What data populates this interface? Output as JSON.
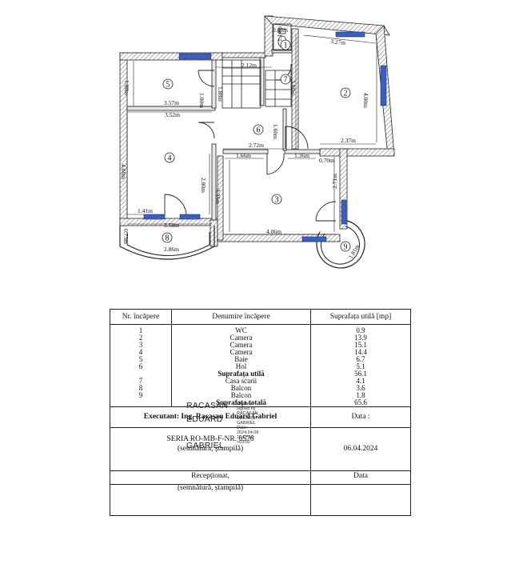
{
  "plan": {
    "rooms": [
      {
        "num": "1"
      },
      {
        "num": "2"
      },
      {
        "num": "3"
      },
      {
        "num": "4"
      },
      {
        "num": "5"
      },
      {
        "num": "6"
      },
      {
        "num": "7"
      },
      {
        "num": "8"
      },
      {
        "num": "9"
      }
    ],
    "dimensions": [
      "0.69m",
      "1.14m",
      "3.27m",
      "2.12m",
      "1.88m",
      "3.88m",
      "4.00m",
      "1.88m",
      "1.00m",
      "3.57m",
      "3.52m",
      "1.60m",
      "2.37m",
      "2.72m",
      "1.66m",
      "1.36m",
      "0.70m",
      "4.08m",
      "2.80m",
      "3.35m",
      "2.71m",
      "1.41m",
      "3.58m",
      "0.73m",
      "4.06m",
      "2.86m",
      "1.81m"
    ]
  },
  "table": {
    "headers": [
      "Nr. încăpere",
      "Denumire încăpere",
      "Suprafața utilă [mp]"
    ],
    "rows": [
      [
        "1",
        "WC",
        "0.9"
      ],
      [
        "2",
        "Camera",
        "13.9"
      ],
      [
        "3",
        "Camera",
        "15.1"
      ],
      [
        "4",
        "Camera",
        "14.4"
      ],
      [
        "5",
        "Baie",
        "6.7"
      ],
      [
        "6",
        "Hol",
        "5.1"
      ]
    ],
    "util_label": "Suprafața utilă",
    "util_value": "56.1",
    "extra_rows": [
      [
        "7",
        "Casa scarii",
        "4.1"
      ],
      [
        "8",
        "Balcon",
        "3.6"
      ],
      [
        "9",
        "Balcon",
        "1.8"
      ]
    ],
    "total_label": "Suprafața totală",
    "total_value": "65.6",
    "executant": "Executant: Ing. Racasan Eduard Gabriel",
    "data_label": "Data :",
    "seria": "SERIA RO-MB-F-NR. 0576",
    "semnatura": "(semnătura, ștampilă)",
    "date": "06.04.2024",
    "receptionat": "Recepționat,",
    "data2": "Data",
    "semnatura2": "(semnătură, ștampilă)"
  },
  "signature": {
    "name_lines": [
      "RACASAN",
      "EDUARD",
      "GABRIEL"
    ],
    "small_lines": [
      "Digitally",
      "signed by",
      "RACASAN",
      "EDUARD-",
      "GABRIEL",
      "Date:",
      "2024.04.06",
      "11:17:18",
      "+03'00'"
    ]
  }
}
